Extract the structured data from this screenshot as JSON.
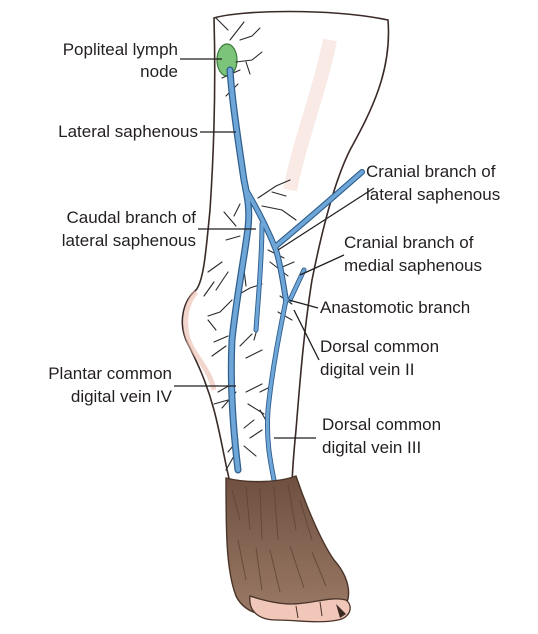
{
  "labels": {
    "popliteal_line1": "Popliteal lymph",
    "popliteal_line2": "node",
    "lateral_saphenous": "Lateral saphenous",
    "caudal_line1": "Caudal branch of",
    "caudal_line2": "lateral saphenous",
    "cranial_lat_line1": "Cranial branch of",
    "cranial_lat_line2": "lateral saphenous",
    "cranial_med_line1": "Cranial branch of",
    "cranial_med_line2": "medial saphenous",
    "anastomotic": "Anastomotic branch",
    "dorsal2_line1": "Dorsal common",
    "dorsal2_line2": "digital vein II",
    "plantar4_line1": "Plantar common",
    "plantar4_line2": "digital vein IV",
    "dorsal3_line1": "Dorsal common",
    "dorsal3_line2": "digital vein III"
  },
  "colors": {
    "skin_light": "#fbeee6",
    "skin_shadow": "#f0c8bc",
    "vein_fill": "#6fa6d8",
    "vein_edge": "#2f5f8e",
    "lymph_node": "#7cc47a",
    "fur": "#8c6a55",
    "fur_dark": "#5e4535",
    "label_text": "#231f20"
  }
}
